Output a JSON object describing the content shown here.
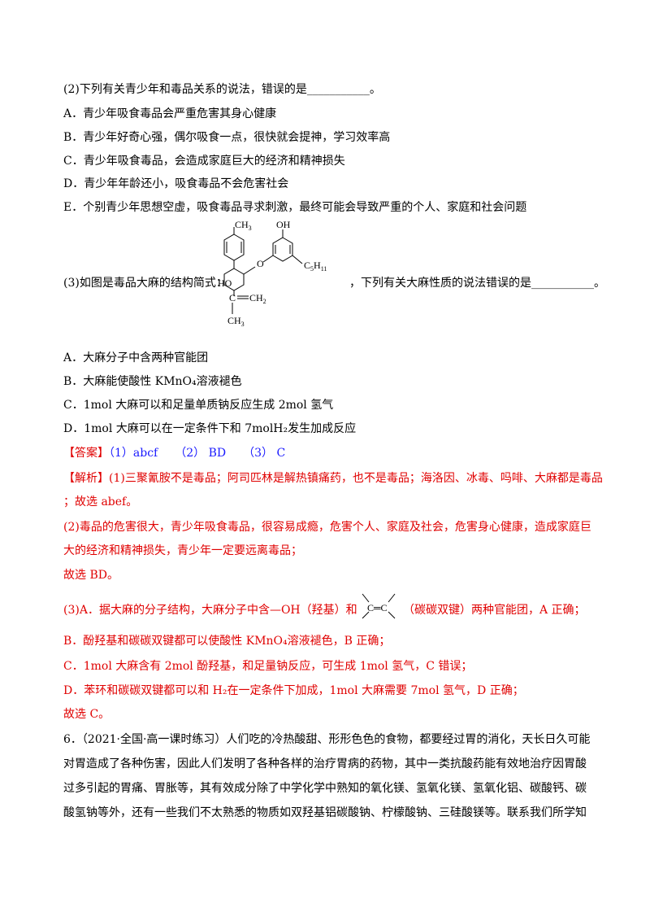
{
  "q2": {
    "stem": "(2)下列有关青少年和毒品关系的说法，错误的是___________。",
    "options": [
      "A．青少年吸食毒品会严重危害其身心健康",
      "B．青少年好奇心强，偶尔吸食一点，很快就会提神，学习效率高",
      "C．青少年吸食毒品，会造成家庭巨大的经济和精神损失",
      "D．青少年年龄还小，吸食毒品不会危害社会",
      "E．个别青少年思想空虚，吸食毒品寻求刺激，最终可能会导致严重的个人、家庭和社会问题"
    ]
  },
  "q3": {
    "stem_before": "(3)如图是毒品大麻的结构简式：",
    "stem_after": "，下列有关大麻性质的说法错误的是___________。",
    "structure_labels": {
      "ch3_top": "CH",
      "ch3_top_sub": "3",
      "oh": "OH",
      "ho": "HO",
      "c5": "C",
      "c5_sub": "5",
      "c5_sub2": "H",
      "c5_sub3": "11",
      "c_eq": "C",
      "ch2": "CH",
      "ch2_sub": "2",
      "ch3_bottom": "CH",
      "ch3_bottom_sub": "3",
      "o": "O"
    },
    "options": [
      "A．大麻分子中含两种官能团",
      "B．大麻能使酸性 KMnO₄溶液褪色",
      "C．1mol 大麻可以和足量单质钠反应生成 2mol 氢气",
      "D．1mol 大麻可以在一定条件下和 7molH₂发生加成反应"
    ]
  },
  "answer": {
    "label": "【答案】",
    "text": "（1）abcf　　（2） BD　　（3） C"
  },
  "analysis": {
    "label": "【解析】",
    "p1_l1": "(1)三聚氰胺不是毒品；阿司匹林是解热镇痛药，也不是毒品；海洛因、冰毒、吗啡、大麻都是毒品",
    "p1_l2": "；故选 abef。",
    "p2_l1": "(2)毒品的危害很大，青少年吸食毒品，很容易成瘾，危害个人、家庭及社会，危害身心健康，造成家庭巨",
    "p2_l2": "大的经济和精神损失，青少年一定要远离毒品；",
    "p2_l3": "故选 BD。",
    "p3_a_before": "(3)A．据大麻的分子结构，大麻分子中含—OH（羟基）和",
    "p3_a_after": "（碳碳双键）两种官能团，A 正确；",
    "cc_label": "C═C",
    "p3_b": "B．酚羟基和碳碳双键都可以使酸性 KMnO₄溶液褪色，B 正确；",
    "p3_c": "C．1mol 大麻含有 2mol 酚羟基，和足量钠反应，可生成 1mol 氢气，C 错误；",
    "p3_d": "D．苯环和碳碳双键都可以和 H₂在一定条件下加成，1mol 大麻需要 7mol 氢气，D 正确；",
    "p3_end": "故选 C。"
  },
  "q6": {
    "l1": "6．（2021·全国·高一课时练习）人们吃的冷热酸甜、形形色色的食物，都要经过胃的消化，天长日久可能",
    "l2": "对胃造成了各种伤害，因此人们发明了各种各样的治疗胃病的药物，其中一类抗酸药能有效地治疗因胃酸",
    "l3": "过多引起的胃痛、胃胀等，其有效成分除了中学化学中熟知的氧化镁、氢氧化镁、氢氧化铝、碳酸钙、碳",
    "l4": "酸氢钠等外，还有一些我们不太熟悉的物质如双羟基铝碳酸钠、柠檬酸钠、三硅酸镁等。联系我们所学知"
  }
}
